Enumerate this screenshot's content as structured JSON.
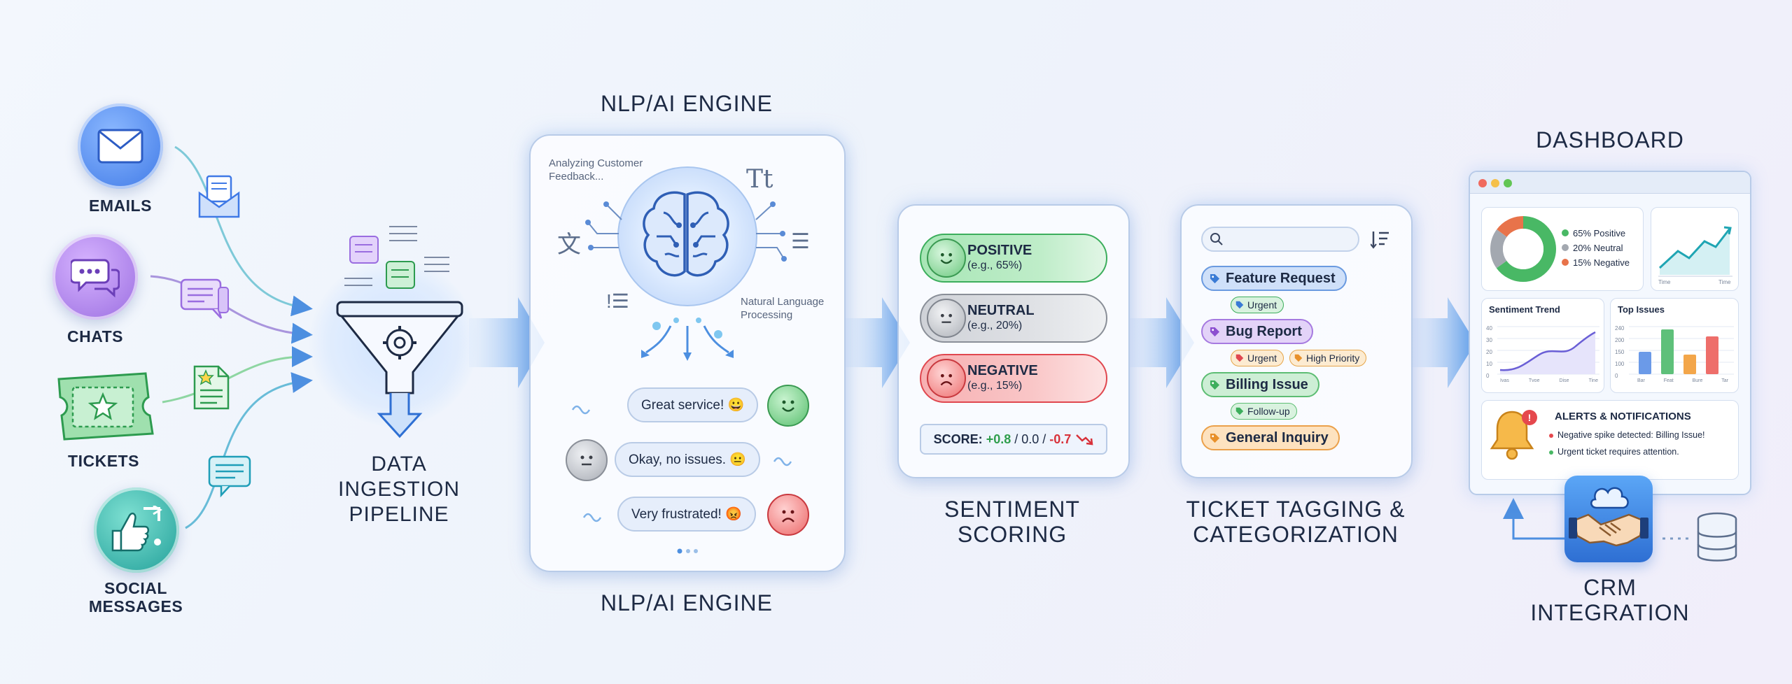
{
  "sources": {
    "emails": "EMAILS",
    "chats": "CHATS",
    "tickets": "TICKETS",
    "social_line1": "SOCIAL",
    "social_line2": "MESSAGES"
  },
  "ingestion": {
    "line1": "DATA",
    "line2": "INGESTION",
    "line3": "PIPELINE"
  },
  "nlp": {
    "title_top": "NLP/AI ENGINE",
    "title_bottom": "NLP/AI ENGINE",
    "analyzing_line1": "Analyzing Customer",
    "analyzing_line2": "Feedback...",
    "nlp_line1": "Natural Language",
    "nlp_line2": "Processing",
    "tt_glyph": "Tt",
    "messages": [
      {
        "text": "Great service! 😀",
        "sentiment": "positive"
      },
      {
        "text": "Okay, no issues. 😐",
        "sentiment": "neutral"
      },
      {
        "text": "Very frustrated! 😡",
        "sentiment": "negative"
      }
    ]
  },
  "sentiment": {
    "title_line1": "SENTIMENT",
    "title_line2": "SCORING",
    "items": [
      {
        "label": "POSITIVE",
        "detail": "(e.g., 65%)",
        "color": "#3cae5c",
        "value": 0.65
      },
      {
        "label": "NEUTRAL",
        "detail": "(e.g., 20%)",
        "color": "#8a8f98",
        "value": 0.2
      },
      {
        "label": "NEGATIVE",
        "detail": "(e.g., 15%)",
        "color": "#e0474f",
        "value": 0.15
      }
    ],
    "score_label": "SCORE:",
    "score_pos": "+0.8",
    "score_sep1": "/ 0.0 /",
    "score_neg": "-0.7"
  },
  "tagging": {
    "title_line1": "TICKET TAGGING &",
    "title_line2": "CATEGORIZATION",
    "categories": [
      {
        "label": "Feature Request",
        "color": "#3a7bd5",
        "subtags": [
          "Urgent"
        ]
      },
      {
        "label": "Bug Report",
        "color": "#8c4fd0",
        "subtags": [
          "Urgent",
          "High Priority"
        ]
      },
      {
        "label": "Billing Issue",
        "color": "#3cae5c",
        "subtags": [
          "Follow-up"
        ]
      },
      {
        "label": "General Inquiry",
        "color": "#e8902a",
        "subtags": []
      }
    ]
  },
  "dashboard": {
    "title": "DASHBOARD",
    "donut_legend": [
      "65% Positive",
      "20% Neutral",
      "15% Negative"
    ],
    "donut_values": [
      0.65,
      0.2,
      0.15
    ],
    "donut_colors": [
      "#49b865",
      "#a3a8b0",
      "#e8734a"
    ],
    "line_axis": [
      "Time",
      "Time"
    ],
    "sentiment_trend_title": "Sentiment Trend",
    "trend_yticks": [
      "40",
      "30",
      "20",
      "10",
      "0"
    ],
    "trend_xticks": [
      "Ivas",
      "Tvoe",
      "Dise",
      "Tine"
    ],
    "top_issues_title": "Top Issues",
    "issues_yticks": [
      "240",
      "200",
      "150",
      "100",
      "0"
    ],
    "issues_xticks": [
      "Bar",
      "Feat",
      "Bure",
      "Tar"
    ],
    "alerts_title": "ALERTS & NOTIFICATIONS",
    "alerts": [
      "Negative spike detected: Billing Issue!",
      "Urgent ticket requires attention."
    ]
  },
  "crm": {
    "line1": "CRM",
    "line2": "INTEGRATION"
  }
}
